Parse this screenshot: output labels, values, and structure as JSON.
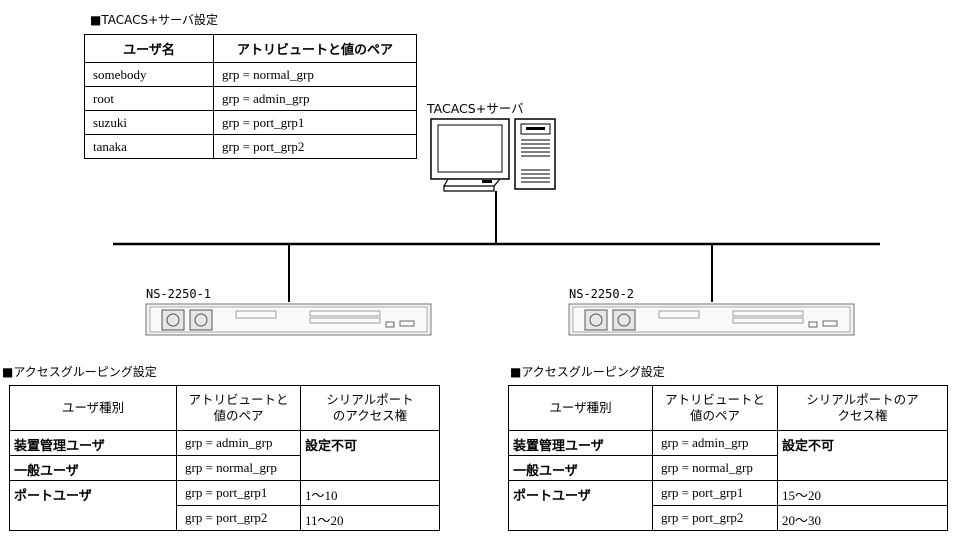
{
  "server_section": {
    "title": "■TACACS+サーバ設定",
    "headers": [
      "ユーザ名",
      "アトリビュートと値のペア"
    ],
    "rows": [
      [
        "somebody",
        "grp = normal_grp"
      ],
      [
        "root",
        "grp = admin_grp"
      ],
      [
        "suzuki",
        "grp = port_grp1"
      ],
      [
        "tanaka",
        "grp = port_grp2"
      ]
    ]
  },
  "server_label": "TACACS+サーバ",
  "devices": [
    {
      "label": "NS-2250-1"
    },
    {
      "label": "NS-2250-2"
    }
  ],
  "grouping_left": {
    "title": "■アクセスグルーピング設定",
    "headers": [
      "ユーザ種別",
      "アトリビュートと\n値のペア",
      "シリアルポート\nのアクセス権"
    ],
    "rows": {
      "admin": {
        "type": "装置管理ユーザ",
        "pair": "grp = admin_grp",
        "access": "設定不可"
      },
      "normal": {
        "type": "一般ユーザ",
        "pair": "grp = normal_grp"
      },
      "port1": {
        "type": "ポートユーザ",
        "pair": "grp = port_grp1",
        "access": "1～10"
      },
      "port2": {
        "pair": "grp = port_grp2",
        "access": "11～20"
      }
    }
  },
  "grouping_right": {
    "title": "■アクセスグルーピング設定",
    "headers": [
      "ユーザ種別",
      "アトリビュートと\n値のペア",
      "シリアルポートのア\nクセス権"
    ],
    "rows": {
      "admin": {
        "type": "装置管理ユーザ",
        "pair": "grp = admin_grp",
        "access": "設定不可"
      },
      "normal": {
        "type": "一般ユーザ",
        "pair": "grp = normal_grp"
      },
      "port1": {
        "type": "ポートユーザ",
        "pair": "grp = port_grp1",
        "access": "15～20"
      },
      "port2": {
        "pair": "grp = port_grp2",
        "access": "20～30"
      }
    }
  },
  "icons": [
    "computer-monitor-icon",
    "tower-server-icon",
    "rack-device-icon"
  ],
  "colors": {
    "line": "#000000",
    "device_fill": "#f2f2f2",
    "device_stroke": "#777777"
  }
}
